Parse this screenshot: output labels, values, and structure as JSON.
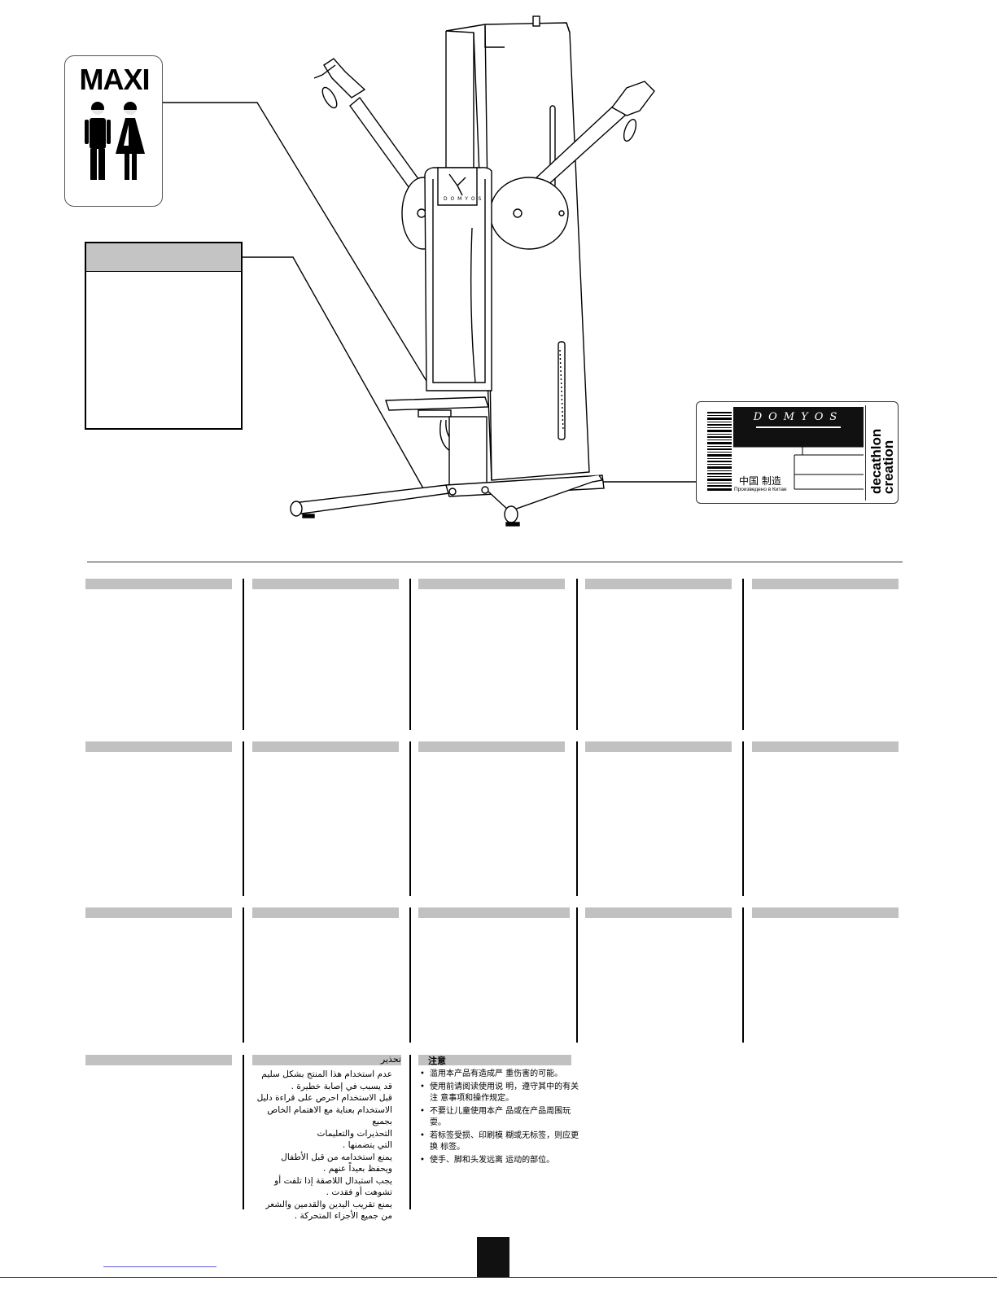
{
  "maxi_card": {
    "label": "MAXI",
    "icon": "man-woman-icon"
  },
  "product_label": {
    "brand": "DOMYOS",
    "made_in_china_cn": "中国 制造",
    "made_in_china_ru": "Произведено в Китае",
    "creator_line1": "decathlon",
    "creator_line2": "creation"
  },
  "arabic_section": {
    "title": "تحذير",
    "items": [
      "عدم استخدام هذا المنتج بشكل سليم",
      "قد يسبب في إصابة خطيرة .",
      "قبل الاستخدام احرص على قراءة دليل",
      "الاستخدام بعناية مع الاهتمام الخاص بجميع",
      "التحذيرات والتعليمات",
      "التي يتضمنها .",
      "يمنع استخدامه من قبل الأطفال",
      "ويحفظ بعيداً عنهم .",
      "يجب استبدال اللاصقة إذا تلفت أو",
      "تشوهت أو فقدت .",
      "يمنع تقريب اليدين والقدمين والشعر",
      "من جميع الأجزاء المتحركة ."
    ]
  },
  "chinese_section": {
    "title": "注意",
    "items": [
      "滥用本产品有造成严 重伤害的可能。",
      "使用前请阅读使用说 明，遵守其中的有关注 意事项和操作规定。",
      "不要让儿童使用本产 品或在产品周围玩耍。",
      "若标签受损、印刷模 糊或无标签，则应更换 标签。",
      "使手、脚和头发远离 运动的部位。"
    ]
  },
  "colors": {
    "header_gray": "#c1c1c1",
    "ink": "#000000"
  }
}
